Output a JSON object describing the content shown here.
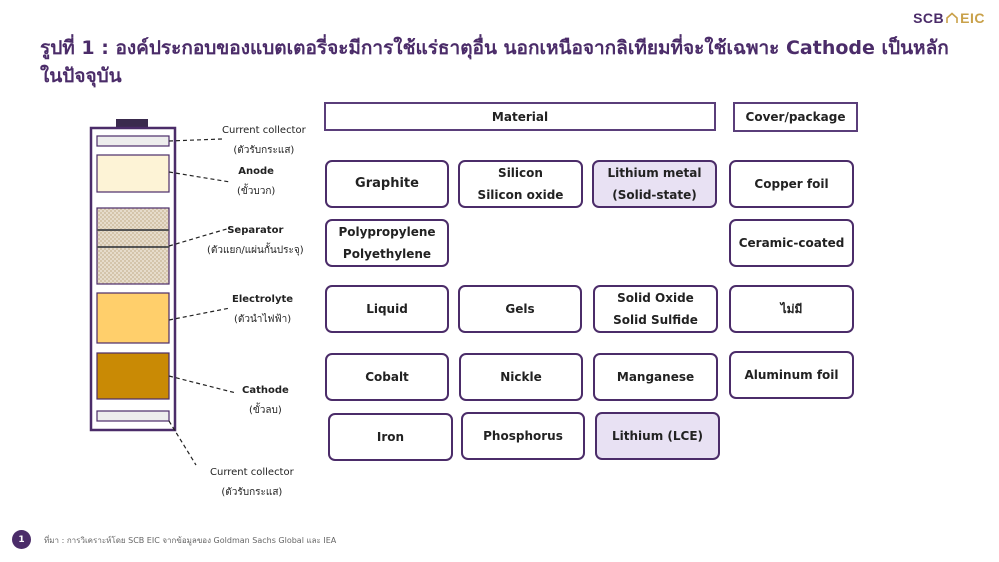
{
  "brand": {
    "scb": "SCB",
    "eic": "EIC"
  },
  "title": "รูปที่ 1 : องค์ประกอบของแบตเตอรี่จะมีการใช้แร่ธาตุอื่น นอกเหนือจากลิเทียมที่จะใช้เฉพาะ Cathode เป็นหลักในปัจจุบัน",
  "headers": {
    "material": "Material",
    "cover": "Cover/package"
  },
  "labels": {
    "current_collector_top": {
      "name": "Current collector",
      "thai": "(ตัวรับกระแส)"
    },
    "anode": {
      "name": "Anode",
      "thai": "(ขั้วบวก)"
    },
    "separator": {
      "name": "Separator",
      "thai": "(ตัวแยก/แผ่นกั้นประจุ)"
    },
    "electrolyte": {
      "name": "Electrolyte",
      "thai": "(ตัวนำไฟฟ้า)"
    },
    "cathode": {
      "name": "Cathode",
      "thai": "(ขั้วลบ)"
    },
    "current_collector_bottom": {
      "name": "Current collector",
      "thai": "(ตัวรับกระแส)"
    }
  },
  "materials": {
    "anode": {
      "graphite": "Graphite",
      "silicon": [
        "Silicon",
        "Silicon oxide"
      ],
      "lithium_metal": [
        "Lithium metal",
        "(Solid-state)"
      ],
      "cover": "Copper foil"
    },
    "separator": {
      "poly": [
        "Polypropylene",
        "Polyethylene"
      ],
      "cover": "Ceramic-coated"
    },
    "electrolyte": {
      "liquid": "Liquid",
      "gels": "Gels",
      "solid": [
        "Solid Oxide",
        "Solid Sulfide"
      ],
      "cover": "ไม่มี"
    },
    "cathode": {
      "cobalt": "Cobalt",
      "nickle": "Nickle",
      "manganese": "Manganese",
      "cover": "Aluminum foil",
      "iron": "Iron",
      "phosphorus": "Phosphorus",
      "lithium_lce": "Lithium (LCE)"
    }
  },
  "colors": {
    "accent": "#4b2c69",
    "gold": "#c9a14a",
    "highlight": "#e8e1f3",
    "anode_fill": "#fdf3d6",
    "electrolyte_fill": "#ffcf6b",
    "cathode_fill": "#c98a05",
    "separator_fill": "#e6dccb"
  },
  "footer": {
    "page": "1",
    "source": "ที่มา : การวิเคราะห์โดย SCB EIC จากข้อมูลของ Goldman Sachs Global และ IEA"
  }
}
